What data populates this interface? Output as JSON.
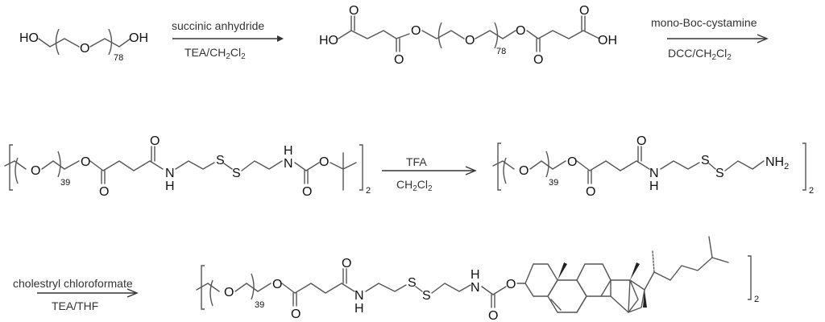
{
  "scheme": {
    "step1": {
      "reagent_above": "succinic anhydride",
      "reagent_below": {
        "main": "TEA/CH",
        "sub1": "2",
        "mid": "Cl",
        "sub2": "2"
      }
    },
    "step2": {
      "reagent_above": "mono-Boc-cystamine",
      "reagent_below": {
        "main": "DCC/CH",
        "sub1": "2",
        "mid": "Cl",
        "sub2": "2"
      }
    },
    "step3": {
      "reagent_above": "TFA",
      "reagent_below": {
        "main": "CH",
        "sub1": "2",
        "mid": "Cl",
        "sub2": "2"
      }
    },
    "step4": {
      "reagent_above": "cholestryl chloroformate",
      "reagent_below": "TEA/THF"
    },
    "compounds": {
      "peg_diol": {
        "left": "HO",
        "right": "OH",
        "ether_o": "O",
        "repeat": "78"
      },
      "peg_diacid": {
        "left": "HO",
        "right": "OH",
        "o": "O",
        "repeat": "78"
      },
      "boc_product": {
        "o": "O",
        "n": "N",
        "h": "H",
        "s": "S",
        "repeat": "39",
        "multiplier": "2"
      },
      "amine_product": {
        "o": "O",
        "n": "N",
        "h": "H",
        "s": "S",
        "nh2": "NH",
        "nh2_sub": "2",
        "repeat": "39",
        "multiplier": "2"
      },
      "cholesterol_product": {
        "o": "O",
        "n": "N",
        "h": "H",
        "s": "S",
        "repeat": "39",
        "multiplier": "2"
      }
    }
  }
}
